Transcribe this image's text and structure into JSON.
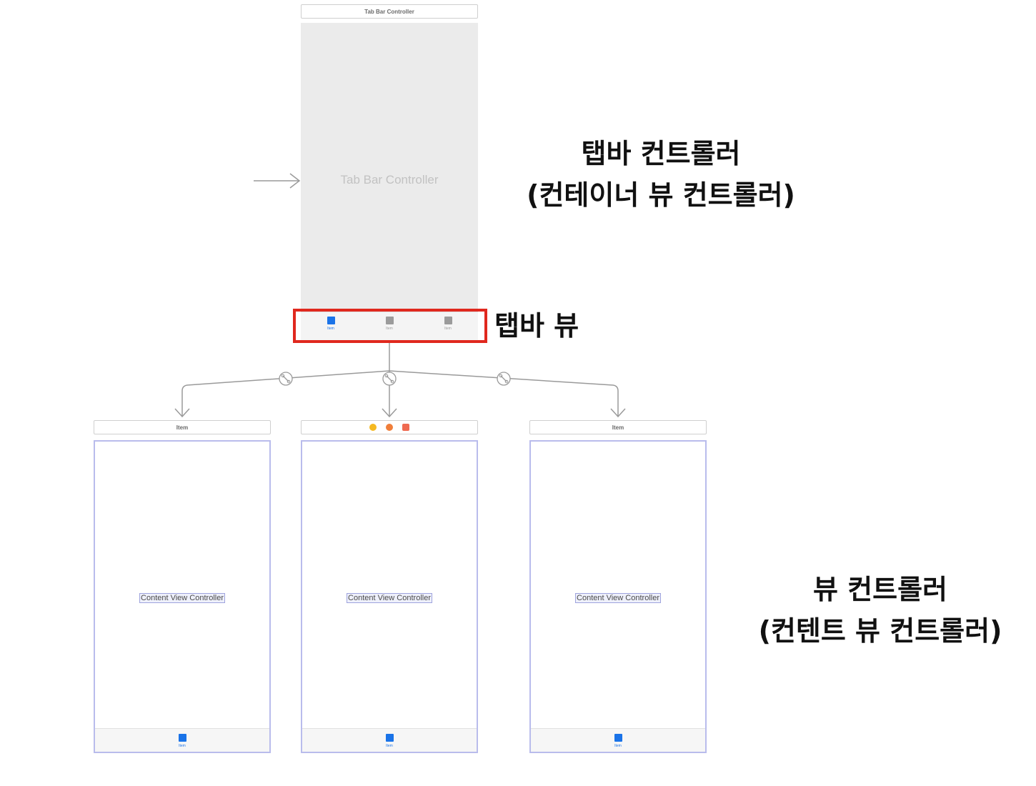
{
  "colors": {
    "highlight": "#e0281e",
    "accent": "#1a73e8",
    "inactive_tab": "#9b9b9b",
    "connector": "#9a9a9a",
    "cvc_border": "#b9bcec",
    "header_icon_yellow": "#f5b921",
    "header_icon_orange": "#f07e3a",
    "header_icon_red": "#ef6a51"
  },
  "tab_bar_controller": {
    "header_title": "Tab Bar Controller",
    "label": "Tab Bar Controller",
    "tabs": [
      {
        "label": "Item",
        "icon": "square-icon",
        "active": true
      },
      {
        "label": "Item",
        "icon": "square-icon",
        "active": false
      },
      {
        "label": "Item",
        "icon": "square-icon",
        "active": false
      }
    ]
  },
  "content_controllers": [
    {
      "header_title": "Item",
      "label": "Content View Controller",
      "tab_label": "Item"
    },
    {
      "header_icons": [
        "view-controller-icon",
        "first-responder-icon",
        "exit-icon"
      ],
      "label": "Content View Controller",
      "tab_label": "Item"
    },
    {
      "header_title": "Item",
      "label": "Content View Controller",
      "tab_label": "Item"
    }
  ],
  "annotations": {
    "tab_bar_controller_line1": "탭바 컨트롤러",
    "tab_bar_controller_line2": "(컨테이너 뷰 컨트롤러)",
    "tab_bar_view": "탭바 뷰",
    "view_controller_line1": "뷰 컨트롤러",
    "view_controller_line2": "(컨텐트 뷰 컨트롤러)"
  }
}
